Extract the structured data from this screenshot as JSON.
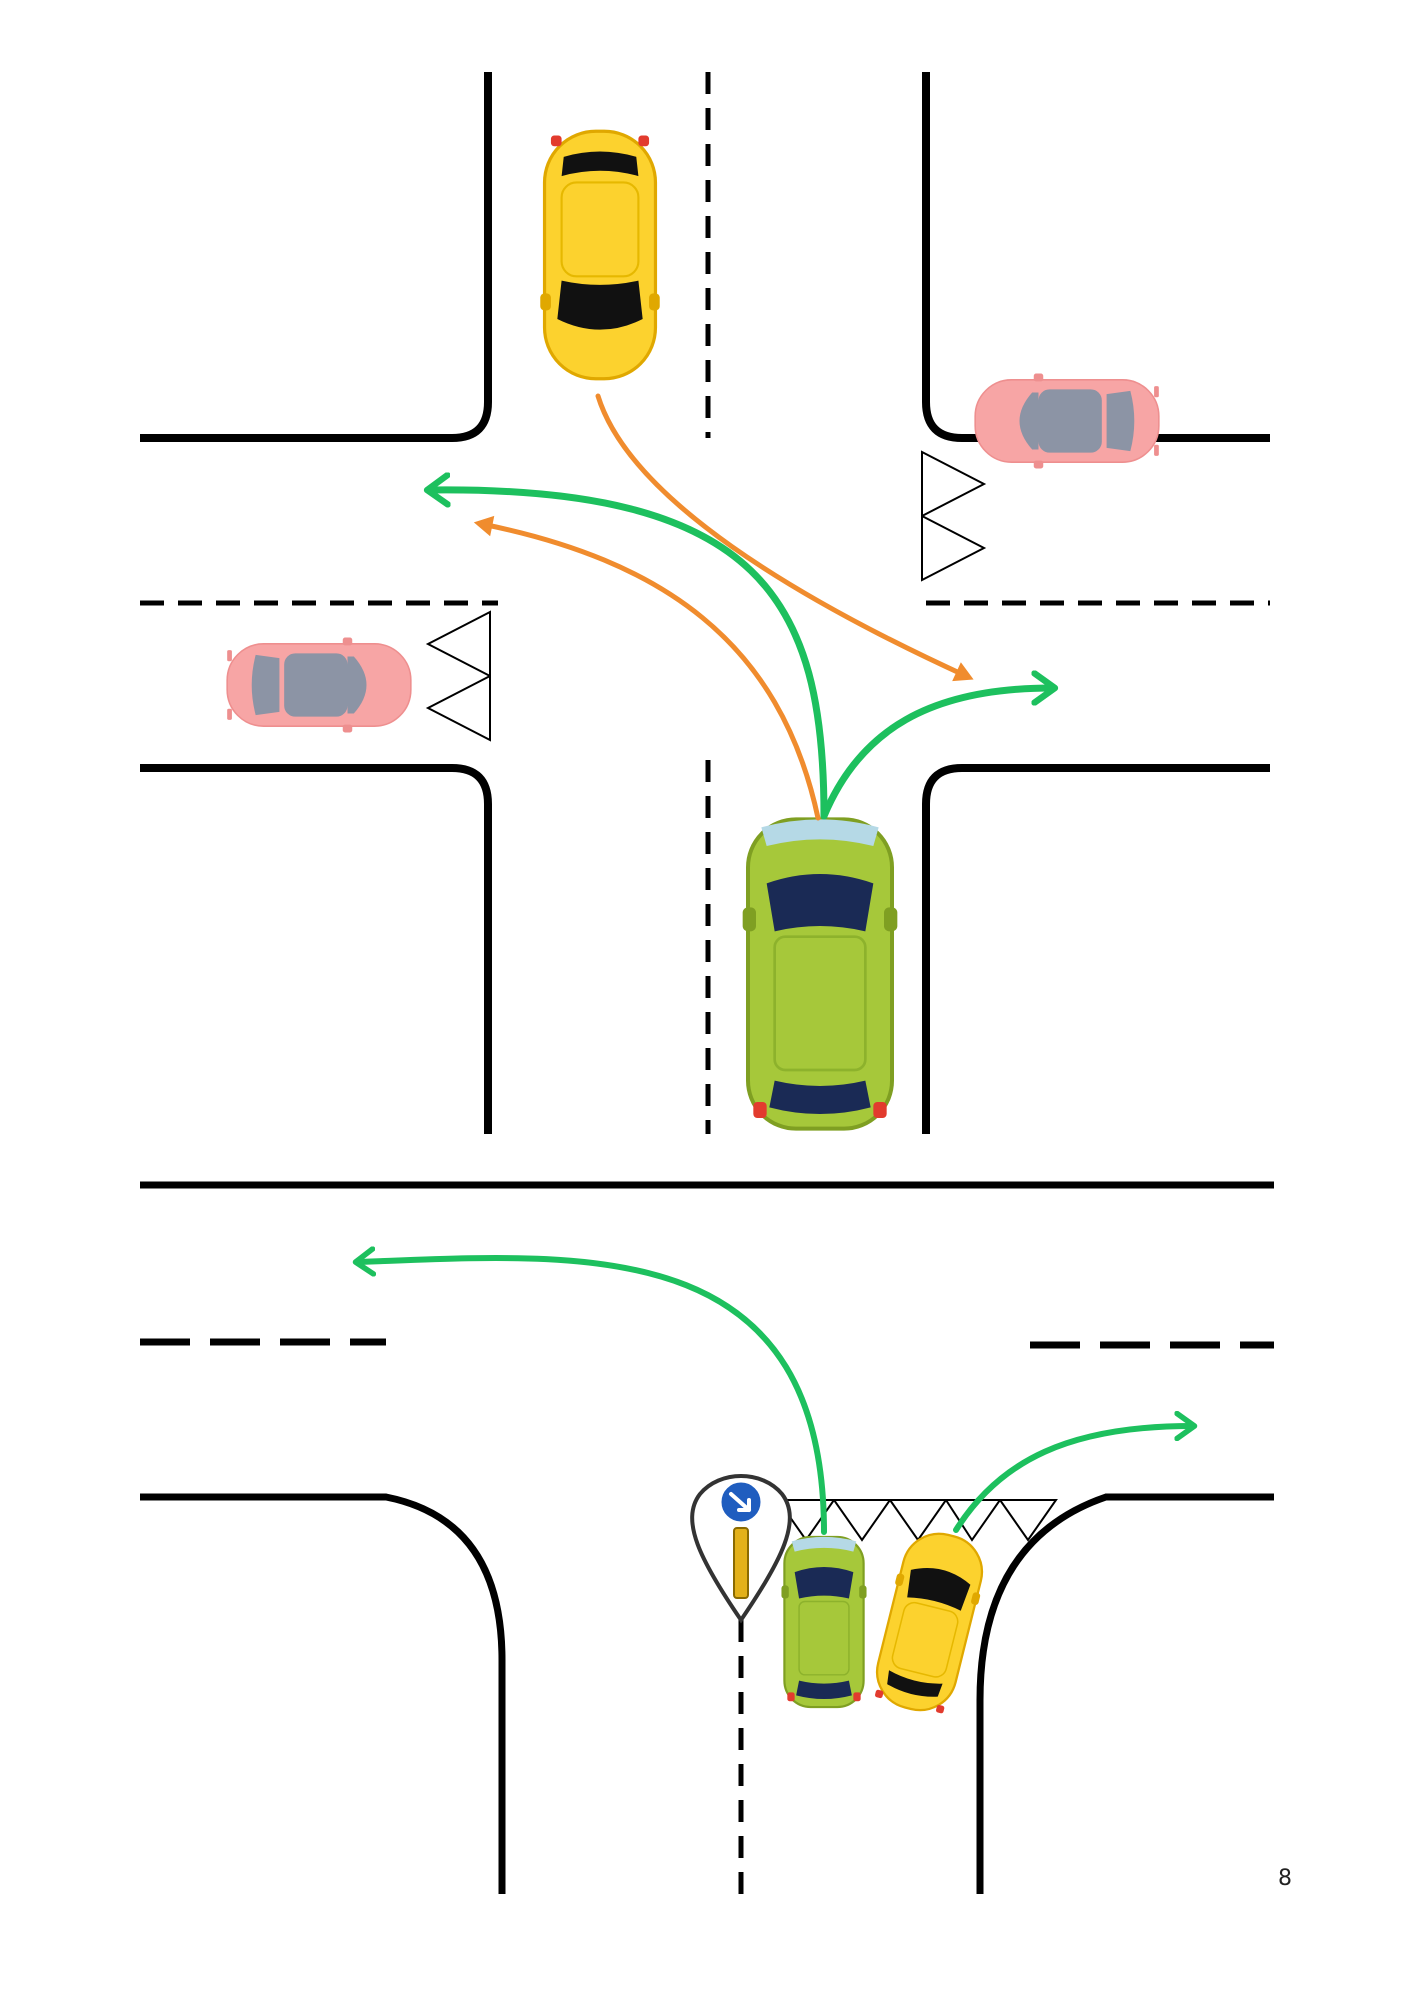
{
  "page": {
    "number": "8"
  },
  "colors": {
    "road_line": "#000000",
    "green_path": "#1dc05e",
    "orange_path": "#f08c2e",
    "car_green": "#a6c83a",
    "car_green_dark": "#7f9f22",
    "car_yellow": "#fcd22e",
    "car_yellow_dark": "#e0a800",
    "car_pink": "#f7a5a5",
    "car_glass": "#1a2a55",
    "car_roof_gray": "#8c94a5",
    "sign_blue": "#1f5dbf"
  },
  "icons": [
    "keep-right-sign-icon",
    "yield-triangle-icon",
    "car-icon"
  ],
  "scene1": {
    "description_items": [
      "green-car",
      "yellow-car",
      "pink-car-right",
      "pink-car-left",
      "yield-markings-right",
      "yield-markings-left"
    ]
  },
  "scene2": {
    "description_items": [
      "green-car",
      "yellow-car",
      "keep-right-sign",
      "yield-markings-bottom"
    ]
  }
}
